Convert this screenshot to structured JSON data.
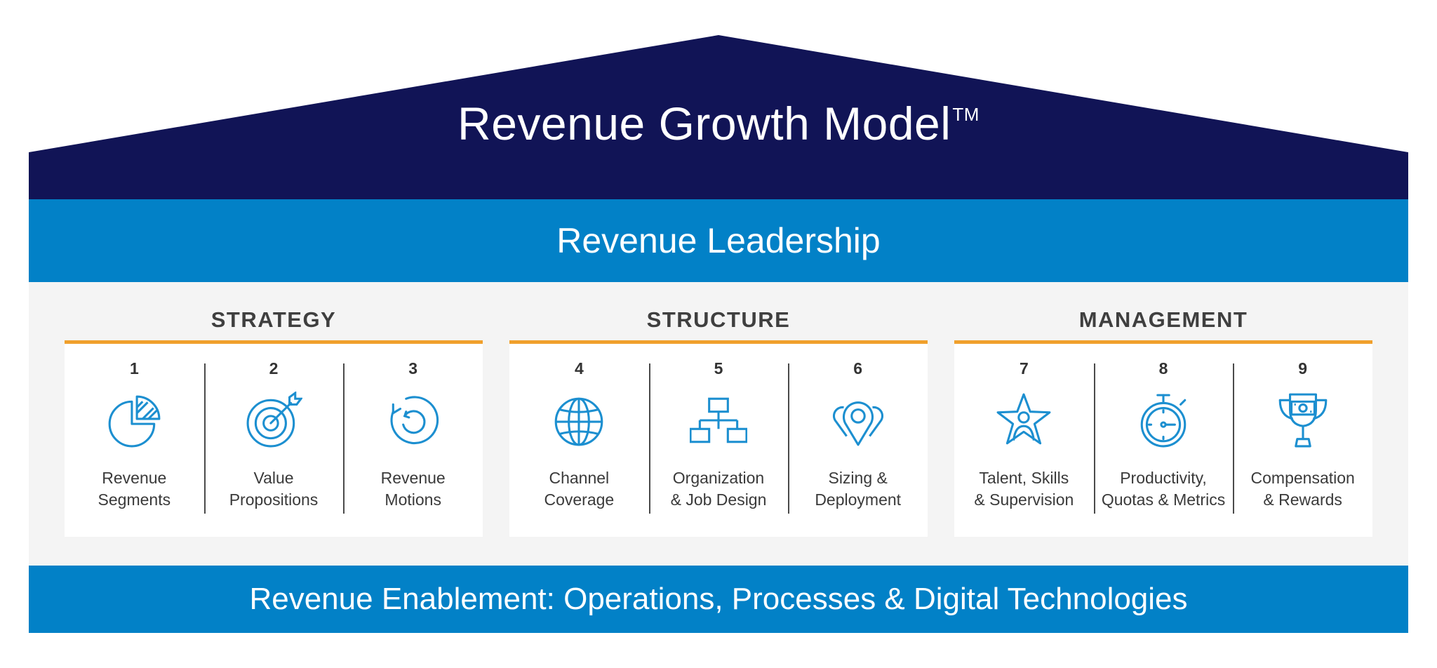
{
  "title": "Revenue Growth Model",
  "trademark": "TM",
  "leadership": "Revenue Leadership",
  "enablement": "Revenue Enablement: Operations, Processes & Digital Technologies",
  "colors": {
    "navy": "#111456",
    "blue": "#0281c7",
    "orange_rule": "#f0a02c",
    "icon_blue": "#1c8fd0",
    "panel_gray": "#f4f4f4"
  },
  "groups": [
    {
      "title": "STRATEGY",
      "items": [
        {
          "number": "1",
          "label_line1": "Revenue",
          "label_line2": "Segments",
          "icon": "pie-chart-icon"
        },
        {
          "number": "2",
          "label_line1": "Value",
          "label_line2": "Propositions",
          "icon": "target-icon"
        },
        {
          "number": "3",
          "label_line1": "Revenue",
          "label_line2": "Motions",
          "icon": "cycle-icon"
        }
      ]
    },
    {
      "title": "STRUCTURE",
      "items": [
        {
          "number": "4",
          "label_line1": "Channel",
          "label_line2": "Coverage",
          "icon": "globe-icon"
        },
        {
          "number": "5",
          "label_line1": "Organization",
          "label_line2": "& Job Design",
          "icon": "org-chart-icon"
        },
        {
          "number": "6",
          "label_line1": "Sizing &",
          "label_line2": "Deployment",
          "icon": "map-pins-icon"
        }
      ]
    },
    {
      "title": "MANAGEMENT",
      "items": [
        {
          "number": "7",
          "label_line1": "Talent, Skills",
          "label_line2": "& Supervision",
          "icon": "star-person-icon"
        },
        {
          "number": "8",
          "label_line1": "Productivity,",
          "label_line2": "Quotas & Metrics",
          "icon": "stopwatch-icon"
        },
        {
          "number": "9",
          "label_line1": "Compensation",
          "label_line2": "& Rewards",
          "icon": "trophy-money-icon"
        }
      ]
    }
  ]
}
